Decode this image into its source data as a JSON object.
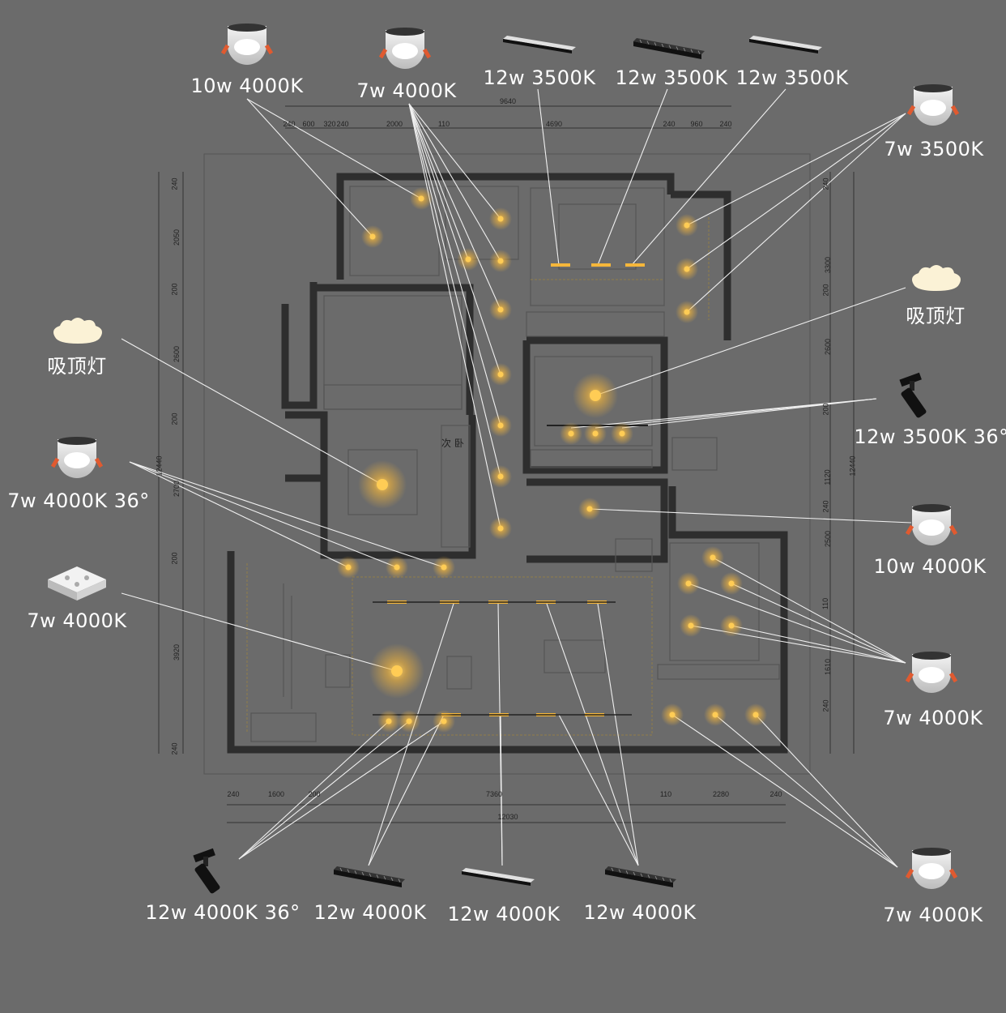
{
  "colors": {
    "background": "#6b6b6b",
    "wall": "#2e2e2e",
    "glow": "#f5b63a",
    "leader": "#ffffff"
  },
  "labels": [
    {
      "id": "top-downlight-10w",
      "text": "10w 4000K",
      "icon": "downlight-icon"
    },
    {
      "id": "top-downlight-7w",
      "text": "7w 4000K",
      "icon": "downlight-icon"
    },
    {
      "id": "top-linear-1",
      "text": "12w 3500K",
      "icon": "linear-light-icon"
    },
    {
      "id": "top-linear-2",
      "text": "12w 3500K",
      "icon": "grille-light-icon"
    },
    {
      "id": "top-linear-3",
      "text": "12w 3500K",
      "icon": "linear-light-icon"
    },
    {
      "id": "right-downlight-3500",
      "text": "7w 3500K",
      "icon": "downlight-icon"
    },
    {
      "id": "right-ceiling",
      "text": "吸顶灯",
      "icon": "ceiling-light-icon"
    },
    {
      "id": "right-spot",
      "text": "12w 3500K 36°",
      "icon": "track-spot-icon"
    },
    {
      "id": "right-downlight-10w",
      "text": "10w 4000K",
      "icon": "downlight-icon"
    },
    {
      "id": "right-downlight-kitchen",
      "text": "7w 4000K",
      "icon": "downlight-icon"
    },
    {
      "id": "right-downlight-balcony",
      "text": "7w 4000K",
      "icon": "downlight-icon"
    },
    {
      "id": "left-ceiling",
      "text": "吸顶灯",
      "icon": "ceiling-light-icon"
    },
    {
      "id": "left-downlight-36",
      "text": "7w 4000K 36°",
      "icon": "downlight-icon"
    },
    {
      "id": "left-panel",
      "text": "7w 4000K",
      "icon": "square-light-icon"
    },
    {
      "id": "bottom-spot",
      "text": "12w 4000K 36°",
      "icon": "track-spot-icon"
    },
    {
      "id": "bottom-linear-1",
      "text": "12w 4000K",
      "icon": "grille-light-icon"
    },
    {
      "id": "bottom-linear-2",
      "text": "12w 4000K",
      "icon": "linear-light-icon"
    },
    {
      "id": "bottom-linear-3",
      "text": "12w 4000K",
      "icon": "grille-light-icon"
    }
  ],
  "dimensions": {
    "top_total": "9640",
    "top": [
      "240",
      "600",
      "320",
      "240",
      "2000",
      "110",
      "4690",
      "240",
      "960",
      "240"
    ],
    "bottom": [
      "240",
      "1600",
      "200",
      "7360",
      "110",
      "2280",
      "240"
    ],
    "bottom_total": "12030",
    "left": [
      "240",
      "2050",
      "200",
      "2600",
      "200",
      "2700",
      "200",
      "3920",
      "240"
    ],
    "left_total": "12440",
    "right": [
      "240",
      "3300",
      "200",
      "2600",
      "200",
      "1120",
      "240",
      "2500",
      "110",
      "1610",
      "240"
    ],
    "right_total": "12440"
  },
  "rooms": {
    "second_bedroom": "次 卧"
  }
}
